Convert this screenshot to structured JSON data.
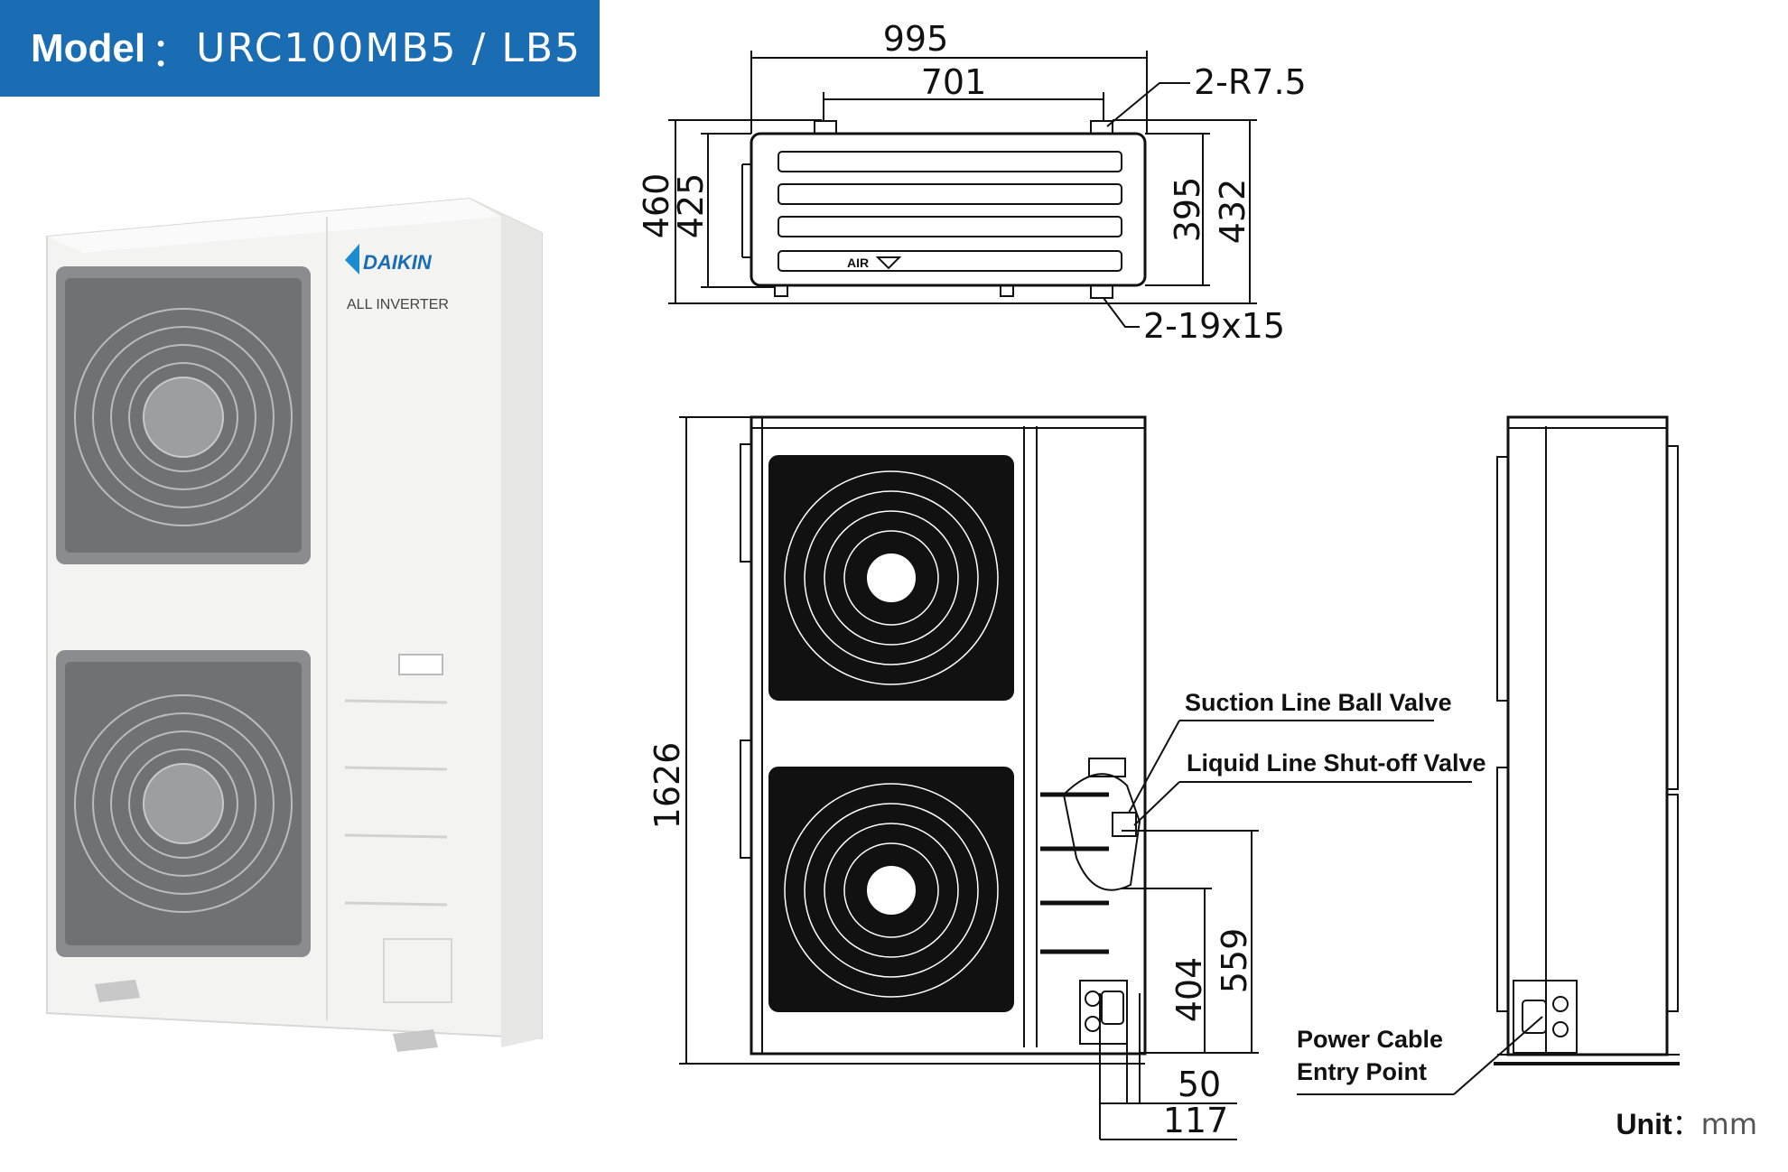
{
  "header": {
    "model_label": "Model",
    "model_separator": "：",
    "model_value": "URC100MB5 / LB5"
  },
  "product_photo": {
    "brand": "DAIKIN",
    "series": "ALL INVERTER"
  },
  "top_view": {
    "width_outer": "995",
    "width_inner": "701",
    "depth_outer": "460",
    "depth_inner": "425",
    "side_a": "395",
    "side_b": "432",
    "radius_note": "2-R7.5",
    "slot_note": "2-19x15",
    "air_label": "AIR"
  },
  "front_view": {
    "height": "1626",
    "dim_404": "404",
    "dim_559": "559",
    "dim_50": "50",
    "dim_117": "117"
  },
  "callouts": {
    "suction": "Suction Line Ball Valve",
    "liquid": "Liquid Line Shut-off Valve",
    "power_1": "Power Cable",
    "power_2": "Entry Point"
  },
  "unit": {
    "label": "Unit",
    "separator": "：",
    "value": "mm"
  },
  "colors": {
    "banner": "#1a6db3",
    "fan_guard": "#8a8c8f",
    "cabinet": "#f2f2f0",
    "line": "#111111"
  }
}
